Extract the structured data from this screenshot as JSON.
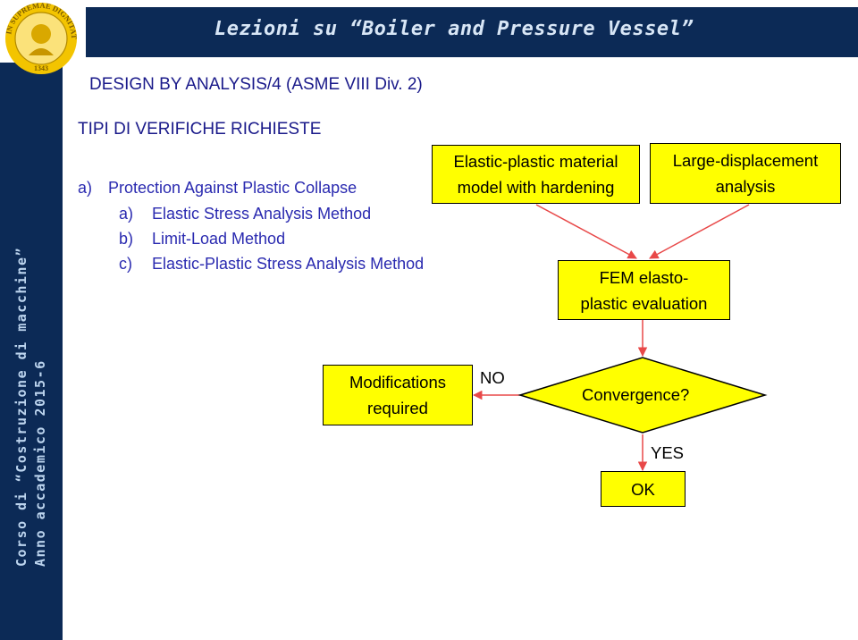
{
  "header": {
    "title": "Lezioni su “Boiler and Pressure Vessel”"
  },
  "sidebar": {
    "line1": "Corso di “Costruzione di macchine”",
    "line2": "Anno accademico 2015-6"
  },
  "seal": {
    "icon": "university-seal-icon",
    "text": "IN SUPREMAE DIGNITATIS 1343"
  },
  "slide": {
    "subtitle": "DESIGN BY ANALYSIS/4 (ASME VIII Div. 2)",
    "section": "TIPI DI VERIFICHE RICHIESTE",
    "item_a_marker": "a)",
    "item_a_text": "Protection Against Plastic Collapse",
    "sub_items": [
      {
        "marker": "a)",
        "text": "Elastic Stress Analysis Method"
      },
      {
        "marker": "b)",
        "text": "Limit-Load Method"
      },
      {
        "marker": "c)",
        "text": "Elastic-Plastic Stress Analysis Method"
      }
    ]
  },
  "flowchart": {
    "material_box": {
      "line1": "Elastic-plastic material",
      "line2": "model with hardening"
    },
    "displacement_box": {
      "line1": "Large-displacement",
      "line2": "analysis"
    },
    "fem_box": {
      "line1": "FEM elasto-",
      "line2": "plastic evaluation"
    },
    "convergence": "Convergence?",
    "modifications_box": {
      "line1": "Modifications",
      "line2": "required"
    },
    "ok_box": "OK",
    "no_label": "NO",
    "yes_label": "YES",
    "fill_color": "#ffff00",
    "arrow_color": "#e84848"
  },
  "colors": {
    "navy": "#0c2a56",
    "text_blue": "#2a2ab0"
  }
}
